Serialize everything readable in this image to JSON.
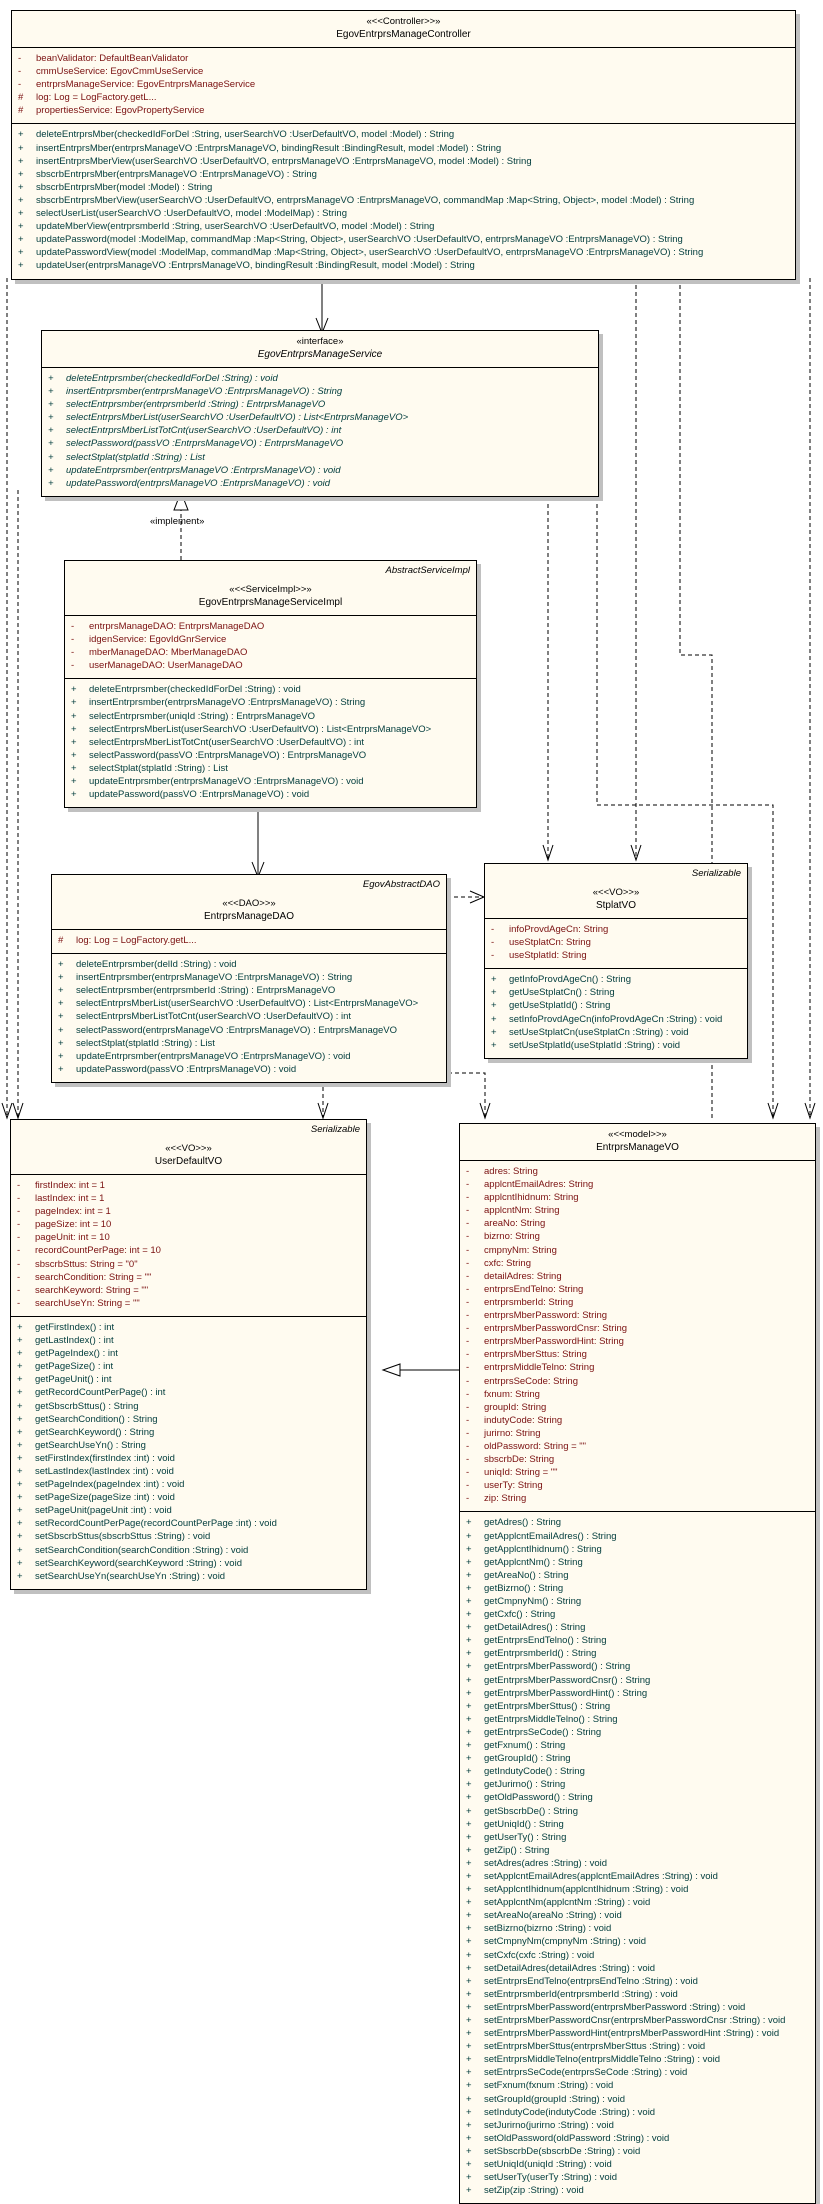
{
  "classes": {
    "controller": {
      "stereotype": "«<<Controller>>»",
      "name": "EgovEntrprsManageController",
      "attributes": [
        {
          "vis": "-",
          "text": "beanValidator:  DefaultBeanValidator"
        },
        {
          "vis": "-",
          "text": "cmmUseService:  EgovCmmUseService"
        },
        {
          "vis": "-",
          "text": "entrprsManageService:  EgovEntrprsManageService"
        },
        {
          "vis": "#",
          "text": "log:  Log = LogFactory.getL..."
        },
        {
          "vis": "#",
          "text": "propertiesService:  EgovPropertyService"
        }
      ],
      "operations": [
        {
          "vis": "+",
          "text": "deleteEntrprsMber(checkedIdForDel :String, userSearchVO :UserDefaultVO, model :Model) : String"
        },
        {
          "vis": "+",
          "text": "insertEntrprsMber(entrprsManageVO :EntrprsManageVO, bindingResult :BindingResult, model :Model) : String"
        },
        {
          "vis": "+",
          "text": "insertEntrprsMberView(userSearchVO :UserDefaultVO, entrprsManageVO :EntrprsManageVO, model :Model) : String"
        },
        {
          "vis": "+",
          "text": "sbscrbEntrprsMber(entrprsManageVO :EntrprsManageVO) : String"
        },
        {
          "vis": "+",
          "text": "sbscrbEntrprsMber(model :Model) : String"
        },
        {
          "vis": "+",
          "text": "sbscrbEntrprsMberView(userSearchVO :UserDefaultVO, entrprsManageVO :EntrprsManageVO, commandMap :Map<String, Object>, model :Model) : String"
        },
        {
          "vis": "+",
          "text": "selectUserList(userSearchVO :UserDefaultVO, model :ModelMap) : String"
        },
        {
          "vis": "+",
          "text": "updateMberView(entrprsmberId :String, userSearchVO :UserDefaultVO, model :Model) : String"
        },
        {
          "vis": "+",
          "text": "updatePassword(model :ModelMap, commandMap :Map<String, Object>, userSearchVO :UserDefaultVO, entrprsManageVO :EntrprsManageVO) : String"
        },
        {
          "vis": "+",
          "text": "updatePasswordView(model :ModelMap, commandMap :Map<String, Object>, userSearchVO :UserDefaultVO, entrprsManageVO :EntrprsManageVO) : String"
        },
        {
          "vis": "+",
          "text": "updateUser(entrprsManageVO :EntrprsManageVO, bindingResult :BindingResult, model :Model) : String"
        }
      ]
    },
    "service": {
      "stereotype": "«interface»",
      "name": "EgovEntrprsManageService",
      "operations": [
        {
          "vis": "+",
          "text": "deleteEntrprsmber(checkedIdForDel :String) : void"
        },
        {
          "vis": "+",
          "text": "insertEntrprsmber(entrprsManageVO :EntrprsManageVO) : String"
        },
        {
          "vis": "+",
          "text": "selectEntrprsmber(entrprsmberId :String) : EntrprsManageVO"
        },
        {
          "vis": "+",
          "text": "selectEntrprsMberList(userSearchVO :UserDefaultVO) : List<EntrprsManageVO>"
        },
        {
          "vis": "+",
          "text": "selectEntrprsMberListTotCnt(userSearchVO :UserDefaultVO) : int"
        },
        {
          "vis": "+",
          "text": "selectPassword(passVO :EntrprsManageVO) : EntrprsManageVO"
        },
        {
          "vis": "+",
          "text": "selectStplat(stplatId :String) : List"
        },
        {
          "vis": "+",
          "text": "updateEntrprsmber(entrprsManageVO :EntrprsManageVO) : void"
        },
        {
          "vis": "+",
          "text": "updatePassword(entrprsManageVO :EntrprsManageVO) : void"
        }
      ]
    },
    "serviceImpl": {
      "superclass": "AbstractServiceImpl",
      "stereotype": "«<<ServiceImpl>>»",
      "name": "EgovEntrprsManageServiceImpl",
      "attributes": [
        {
          "vis": "-",
          "text": "entrprsManageDAO:  EntrprsManageDAO"
        },
        {
          "vis": "-",
          "text": "idgenService:  EgovIdGnrService"
        },
        {
          "vis": "-",
          "text": "mberManageDAO:  MberManageDAO"
        },
        {
          "vis": "-",
          "text": "userManageDAO:  UserManageDAO"
        }
      ],
      "operations": [
        {
          "vis": "+",
          "text": "deleteEntrprsmber(checkedIdForDel :String) : void"
        },
        {
          "vis": "+",
          "text": "insertEntrprsmber(entrprsManageVO :EntrprsManageVO) : String"
        },
        {
          "vis": "+",
          "text": "selectEntrprsmber(uniqId :String) : EntrprsManageVO"
        },
        {
          "vis": "+",
          "text": "selectEntrprsMberList(userSearchVO :UserDefaultVO) : List<EntrprsManageVO>"
        },
        {
          "vis": "+",
          "text": "selectEntrprsMberListTotCnt(userSearchVO :UserDefaultVO) : int"
        },
        {
          "vis": "+",
          "text": "selectPassword(passVO :EntrprsManageVO) : EntrprsManageVO"
        },
        {
          "vis": "+",
          "text": "selectStplat(stplatId :String) : List"
        },
        {
          "vis": "+",
          "text": "updateEntrprsmber(entrprsManageVO :EntrprsManageVO) : void"
        },
        {
          "vis": "+",
          "text": "updatePassword(passVO :EntrprsManageVO) : void"
        }
      ]
    },
    "dao": {
      "superclass": "EgovAbstractDAO",
      "stereotype": "«<<DAO>>»",
      "name": "EntrprsManageDAO",
      "attributes": [
        {
          "vis": "#",
          "text": "log:  Log = LogFactory.getL..."
        }
      ],
      "operations": [
        {
          "vis": "+",
          "text": "deleteEntrprsmber(delId :String) : void"
        },
        {
          "vis": "+",
          "text": "insertEntrprsmber(entrprsManageVO :EntrprsManageVO) : String"
        },
        {
          "vis": "+",
          "text": "selectEntrprsmber(entrprsmberId :String) : EntrprsManageVO"
        },
        {
          "vis": "+",
          "text": "selectEntrprsMberList(userSearchVO :UserDefaultVO) : List<EntrprsManageVO>"
        },
        {
          "vis": "+",
          "text": "selectEntrprsMberListTotCnt(userSearchVO :UserDefaultVO) : int"
        },
        {
          "vis": "+",
          "text": "selectPassword(entrprsManageVO :EntrprsManageVO) : EntrprsManageVO"
        },
        {
          "vis": "+",
          "text": "selectStplat(stplatId :String) : List"
        },
        {
          "vis": "+",
          "text": "updateEntrprsmber(entrprsManageVO :EntrprsManageVO) : void"
        },
        {
          "vis": "+",
          "text": "updatePassword(passVO :EntrprsManageVO) : void"
        }
      ]
    },
    "stplatVO": {
      "superclass": "Serializable",
      "stereotype": "«<<VO>>»",
      "name": "StplatVO",
      "attributes": [
        {
          "vis": "-",
          "text": "infoProvdAgeCn:  String"
        },
        {
          "vis": "-",
          "text": "useStplatCn:  String"
        },
        {
          "vis": "-",
          "text": "useStplatId:  String"
        }
      ],
      "operations": [
        {
          "vis": "+",
          "text": "getInfoProvdAgeCn() : String"
        },
        {
          "vis": "+",
          "text": "getUseStplatCn() : String"
        },
        {
          "vis": "+",
          "text": "getUseStplatId() : String"
        },
        {
          "vis": "+",
          "text": "setInfoProvdAgeCn(infoProvdAgeCn :String) : void"
        },
        {
          "vis": "+",
          "text": "setUseStplatCn(useStplatCn :String) : void"
        },
        {
          "vis": "+",
          "text": "setUseStplatId(useStplatId :String) : void"
        }
      ]
    },
    "userDefaultVO": {
      "superclass": "Serializable",
      "stereotype": "«<<VO>>»",
      "name": "UserDefaultVO",
      "attributes": [
        {
          "vis": "-",
          "text": "firstIndex:  int = 1"
        },
        {
          "vis": "-",
          "text": "lastIndex:  int = 1"
        },
        {
          "vis": "-",
          "text": "pageIndex:  int = 1"
        },
        {
          "vis": "-",
          "text": "pageSize:  int = 10"
        },
        {
          "vis": "-",
          "text": "pageUnit:  int = 10"
        },
        {
          "vis": "-",
          "text": "recordCountPerPage:  int = 10"
        },
        {
          "vis": "-",
          "text": "sbscrbSttus:  String = \"0\""
        },
        {
          "vis": "-",
          "text": "searchCondition:  String = \"\""
        },
        {
          "vis": "-",
          "text": "searchKeyword:  String = \"\""
        },
        {
          "vis": "-",
          "text": "searchUseYn:  String = \"\""
        }
      ],
      "operations": [
        {
          "vis": "+",
          "text": "getFirstIndex() : int"
        },
        {
          "vis": "+",
          "text": "getLastIndex() : int"
        },
        {
          "vis": "+",
          "text": "getPageIndex() : int"
        },
        {
          "vis": "+",
          "text": "getPageSize() : int"
        },
        {
          "vis": "+",
          "text": "getPageUnit() : int"
        },
        {
          "vis": "+",
          "text": "getRecordCountPerPage() : int"
        },
        {
          "vis": "+",
          "text": "getSbscrbSttus() : String"
        },
        {
          "vis": "+",
          "text": "getSearchCondition() : String"
        },
        {
          "vis": "+",
          "text": "getSearchKeyword() : String"
        },
        {
          "vis": "+",
          "text": "getSearchUseYn() : String"
        },
        {
          "vis": "+",
          "text": "setFirstIndex(firstIndex :int) : void"
        },
        {
          "vis": "+",
          "text": "setLastIndex(lastIndex :int) : void"
        },
        {
          "vis": "+",
          "text": "setPageIndex(pageIndex :int) : void"
        },
        {
          "vis": "+",
          "text": "setPageSize(pageSize :int) : void"
        },
        {
          "vis": "+",
          "text": "setPageUnit(pageUnit :int) : void"
        },
        {
          "vis": "+",
          "text": "setRecordCountPerPage(recordCountPerPage :int) : void"
        },
        {
          "vis": "+",
          "text": "setSbscrbSttus(sbscrbSttus :String) : void"
        },
        {
          "vis": "+",
          "text": "setSearchCondition(searchCondition :String) : void"
        },
        {
          "vis": "+",
          "text": "setSearchKeyword(searchKeyword :String) : void"
        },
        {
          "vis": "+",
          "text": "setSearchUseYn(searchUseYn :String) : void"
        }
      ]
    },
    "entrprsManageVO": {
      "stereotype": "«<<model>>»",
      "name": "EntrprsManageVO",
      "attributes": [
        {
          "vis": "-",
          "text": "adres:  String"
        },
        {
          "vis": "-",
          "text": "applcntEmailAdres:  String"
        },
        {
          "vis": "-",
          "text": "applcntIhidnum:  String"
        },
        {
          "vis": "-",
          "text": "applcntNm:  String"
        },
        {
          "vis": "-",
          "text": "areaNo:  String"
        },
        {
          "vis": "-",
          "text": "bizrno:  String"
        },
        {
          "vis": "-",
          "text": "cmpnyNm:  String"
        },
        {
          "vis": "-",
          "text": "cxfc:  String"
        },
        {
          "vis": "-",
          "text": "detailAdres:  String"
        },
        {
          "vis": "-",
          "text": "entrprsEndTelno:  String"
        },
        {
          "vis": "-",
          "text": "entrprsmberId:  String"
        },
        {
          "vis": "-",
          "text": "entrprsMberPassword:  String"
        },
        {
          "vis": "-",
          "text": "entrprsMberPasswordCnsr:  String"
        },
        {
          "vis": "-",
          "text": "entrprsMberPasswordHint:  String"
        },
        {
          "vis": "-",
          "text": "entrprsMberSttus:  String"
        },
        {
          "vis": "-",
          "text": "entrprsMiddleTelno:  String"
        },
        {
          "vis": "-",
          "text": "entrprsSeCode:  String"
        },
        {
          "vis": "-",
          "text": "fxnum:  String"
        },
        {
          "vis": "-",
          "text": "groupId:  String"
        },
        {
          "vis": "-",
          "text": "indutyCode:  String"
        },
        {
          "vis": "-",
          "text": "jurirno:  String"
        },
        {
          "vis": "-",
          "text": "oldPassword:  String = \"\""
        },
        {
          "vis": "-",
          "text": "sbscrbDe:  String"
        },
        {
          "vis": "-",
          "text": "uniqId:  String = \"\""
        },
        {
          "vis": "-",
          "text": "userTy:  String"
        },
        {
          "vis": "-",
          "text": "zip:  String"
        }
      ],
      "operations": [
        {
          "vis": "+",
          "text": "getAdres() : String"
        },
        {
          "vis": "+",
          "text": "getApplcntEmailAdres() : String"
        },
        {
          "vis": "+",
          "text": "getApplcntIhidnum() : String"
        },
        {
          "vis": "+",
          "text": "getApplcntNm() : String"
        },
        {
          "vis": "+",
          "text": "getAreaNo() : String"
        },
        {
          "vis": "+",
          "text": "getBizrno() : String"
        },
        {
          "vis": "+",
          "text": "getCmpnyNm() : String"
        },
        {
          "vis": "+",
          "text": "getCxfc() : String"
        },
        {
          "vis": "+",
          "text": "getDetailAdres() : String"
        },
        {
          "vis": "+",
          "text": "getEntrprsEndTelno() : String"
        },
        {
          "vis": "+",
          "text": "getEntrprsmberId() : String"
        },
        {
          "vis": "+",
          "text": "getEntrprsMberPassword() : String"
        },
        {
          "vis": "+",
          "text": "getEntrprsMberPasswordCnsr() : String"
        },
        {
          "vis": "+",
          "text": "getEntrprsMberPasswordHint() : String"
        },
        {
          "vis": "+",
          "text": "getEntrprsMberSttus() : String"
        },
        {
          "vis": "+",
          "text": "getEntrprsMiddleTelno() : String"
        },
        {
          "vis": "+",
          "text": "getEntrprsSeCode() : String"
        },
        {
          "vis": "+",
          "text": "getFxnum() : String"
        },
        {
          "vis": "+",
          "text": "getGroupId() : String"
        },
        {
          "vis": "+",
          "text": "getIndutyCode() : String"
        },
        {
          "vis": "+",
          "text": "getJurirno() : String"
        },
        {
          "vis": "+",
          "text": "getOldPassword() : String"
        },
        {
          "vis": "+",
          "text": "getSbscrbDe() : String"
        },
        {
          "vis": "+",
          "text": "getUniqId() : String"
        },
        {
          "vis": "+",
          "text": "getUserTy() : String"
        },
        {
          "vis": "+",
          "text": "getZip() : String"
        },
        {
          "vis": "+",
          "text": "setAdres(adres :String) : void"
        },
        {
          "vis": "+",
          "text": "setApplcntEmailAdres(applcntEmailAdres :String) : void"
        },
        {
          "vis": "+",
          "text": "setApplcntIhidnum(applcntIhidnum :String) : void"
        },
        {
          "vis": "+",
          "text": "setApplcntNm(applcntNm :String) : void"
        },
        {
          "vis": "+",
          "text": "setAreaNo(areaNo :String) : void"
        },
        {
          "vis": "+",
          "text": "setBizrno(bizrno :String) : void"
        },
        {
          "vis": "+",
          "text": "setCmpnyNm(cmpnyNm :String) : void"
        },
        {
          "vis": "+",
          "text": "setCxfc(cxfc :String) : void"
        },
        {
          "vis": "+",
          "text": "setDetailAdres(detailAdres :String) : void"
        },
        {
          "vis": "+",
          "text": "setEntrprsEndTelno(entrprsEndTelno :String) : void"
        },
        {
          "vis": "+",
          "text": "setEntrprsmberId(entrprsmberId :String) : void"
        },
        {
          "vis": "+",
          "text": "setEntrprsMberPassword(entrprsMberPassword :String) : void"
        },
        {
          "vis": "+",
          "text": "setEntrprsMberPasswordCnsr(entrprsMberPasswordCnsr :String) : void"
        },
        {
          "vis": "+",
          "text": "setEntrprsMberPasswordHint(entrprsMberPasswordHint :String) : void"
        },
        {
          "vis": "+",
          "text": "setEntrprsMberSttus(entrprsMberSttus :String) : void"
        },
        {
          "vis": "+",
          "text": "setEntrprsMiddleTelno(entrprsMiddleTelno :String) : void"
        },
        {
          "vis": "+",
          "text": "setEntrprsSeCode(entrprsSeCode :String) : void"
        },
        {
          "vis": "+",
          "text": "setFxnum(fxnum :String) : void"
        },
        {
          "vis": "+",
          "text": "setGroupId(groupId :String) : void"
        },
        {
          "vis": "+",
          "text": "setIndutyCode(indutyCode :String) : void"
        },
        {
          "vis": "+",
          "text": "setJurirno(jurirno :String) : void"
        },
        {
          "vis": "+",
          "text": "setOldPassword(oldPassword :String) : void"
        },
        {
          "vis": "+",
          "text": "setSbscrbDe(sbscrbDe :String) : void"
        },
        {
          "vis": "+",
          "text": "setUniqId(uniqId :String) : void"
        },
        {
          "vis": "+",
          "text": "setUserTy(userTy :String) : void"
        },
        {
          "vis": "+",
          "text": "setZip(zip :String) : void"
        }
      ]
    }
  },
  "relations": {
    "implement_label": "«implement»"
  },
  "colors": {
    "class_fill": "#fffbf0",
    "attribute_text": "#7a1010",
    "operation_text": "#003c3c",
    "shadow": "#c0c0c0"
  }
}
